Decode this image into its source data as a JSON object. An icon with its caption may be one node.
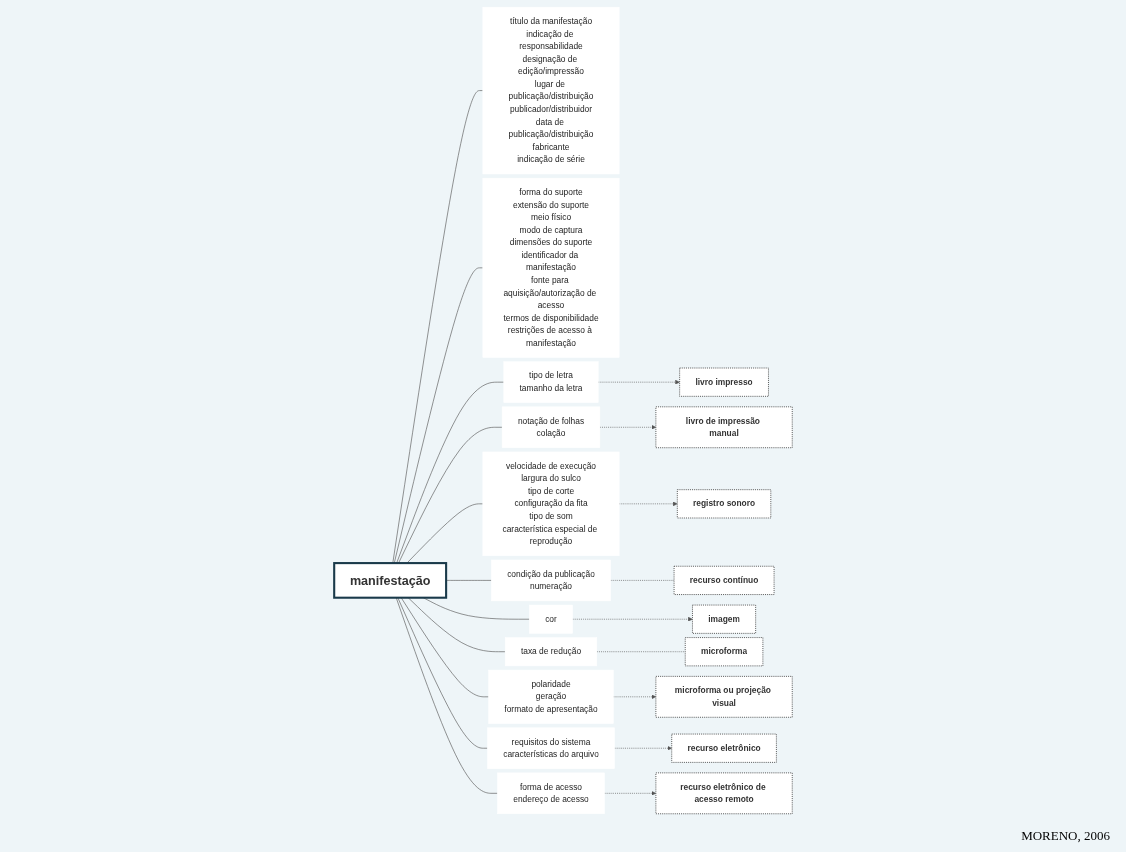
{
  "diagram": {
    "nodes": [
      {
        "text": [
          "manifestação"
        ]
      },
      {
        "text": [
          "título da manifestação",
          "indicação de responsabilidade",
          "designação de edição/impressão",
          "lugar de publicação/distribuição",
          "publicador/distribuidor",
          "data de publicação/distribuição",
          "fabricante",
          "indicação de série"
        ]
      },
      {
        "text": [
          "forma do suporte",
          "extensão do suporte",
          "meio físico",
          "modo de captura",
          "dimensões do suporte",
          "identificador da manifestação",
          "fonte para aquisição/autorização de acesso",
          "termos de disponibilidade",
          "restrições de acesso à manifestação"
        ]
      },
      {
        "text": [
          "tipo de letra",
          "tamanho da letra"
        ]
      },
      {
        "text": [
          "livro impresso"
        ]
      },
      {
        "text": [
          "notação de folhas",
          "colação"
        ]
      },
      {
        "text": [
          "livro de impressão manual"
        ]
      },
      {
        "text": [
          "velocidade de execução",
          "largura do sulco",
          "tipo de corte",
          "configuração da fita",
          "tipo de som",
          "característica especial de reprodução"
        ]
      },
      {
        "text": [
          "registro sonoro"
        ]
      },
      {
        "text": [
          "condição da publicação",
          "numeração"
        ]
      },
      {
        "text": [
          "recurso contínuo"
        ]
      },
      {
        "text": [
          "cor"
        ]
      },
      {
        "text": [
          "imagem"
        ]
      },
      {
        "text": [
          "taxa de redução"
        ]
      },
      {
        "text": [
          "microforma"
        ]
      },
      {
        "text": [
          "polaridade",
          "geração",
          "formato de apresentação"
        ]
      },
      {
        "text": [
          "microforma ou projeção visual"
        ]
      },
      {
        "text": [
          "requisitos do sistema",
          "características do arquivo"
        ]
      },
      {
        "text": [
          "recurso eletrônico"
        ]
      },
      {
        "text": [
          "forma de acesso",
          "endereço de acesso"
        ]
      },
      {
        "text": [
          "recurso eletrônico de acesso remoto"
        ]
      }
    ],
    "edges": [
      {
        "from": 0,
        "to": 1,
        "arrow": "none"
      },
      {
        "from": 0,
        "to": 2,
        "arrow": "none"
      },
      {
        "from": 0,
        "to": 3,
        "arrow": "none"
      },
      {
        "from": 3,
        "to": 4,
        "arrow": "to",
        "style": "dashed"
      },
      {
        "from": 0,
        "to": 5,
        "arrow": "none"
      },
      {
        "from": 5,
        "to": 6,
        "arrow": "to",
        "style": "dashed"
      },
      {
        "from": 0,
        "to": 7,
        "arrow": "none"
      },
      {
        "from": 7,
        "to": 8,
        "arrow": "to",
        "style": "dashed"
      },
      {
        "from": 0,
        "to": 9,
        "arrow": "none"
      },
      {
        "from": 9,
        "to": 10,
        "arrow": "none",
        "style": "dashed"
      },
      {
        "from": 0,
        "to": 11,
        "arrow": "none"
      },
      {
        "from": 0,
        "to": 13,
        "arrow": "none"
      },
      {
        "from": 0,
        "to": 15,
        "arrow": "none"
      },
      {
        "from": 11,
        "to": 12,
        "arrow": "to",
        "style": "dashed"
      },
      {
        "from": 13,
        "to": 14,
        "arrow": "none",
        "style": "dashed"
      },
      {
        "from": 15,
        "to": 16,
        "arrow": "to",
        "style": "dashed"
      },
      {
        "from": 0,
        "to": 17,
        "arrow": "none"
      },
      {
        "from": 17,
        "to": 18,
        "arrow": "to",
        "style": "dashed"
      },
      {
        "from": 0,
        "to": 19,
        "arrow": "none"
      },
      {
        "from": 19,
        "to": 20,
        "arrow": "to",
        "style": "dashed"
      }
    ],
    "labels": [
      "MORENO, 2006"
    ]
  }
}
